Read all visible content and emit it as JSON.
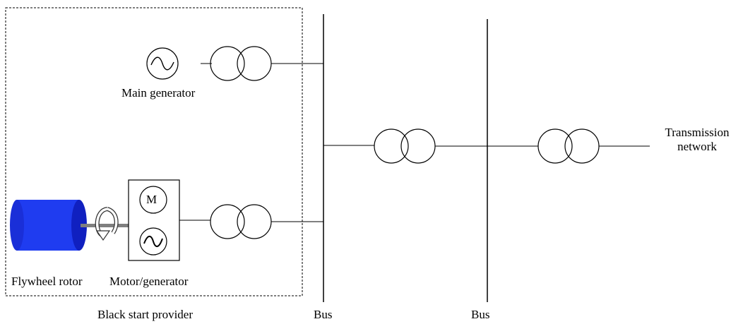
{
  "labels": {
    "main_generator": "Main generator",
    "flywheel_rotor": "Flywheel rotor",
    "motor_generator": "Motor/generator",
    "black_start_provider": "Black start provider",
    "bus_left": "Bus",
    "bus_right": "Bus",
    "transmission_network_line1": "Transmission",
    "transmission_network_line2": "network",
    "motor_symbol": "M"
  },
  "colors": {
    "line": "#000000",
    "flywheel": "#1f3cf0",
    "flywheel_dark": "#1020c0",
    "shaft": "#7f7f7f"
  },
  "icons": {
    "generator": "sine-wave-circle",
    "transformer": "two-overlapping-circles",
    "motor": "letter-m-circle",
    "rotation": "curved-arrow"
  }
}
